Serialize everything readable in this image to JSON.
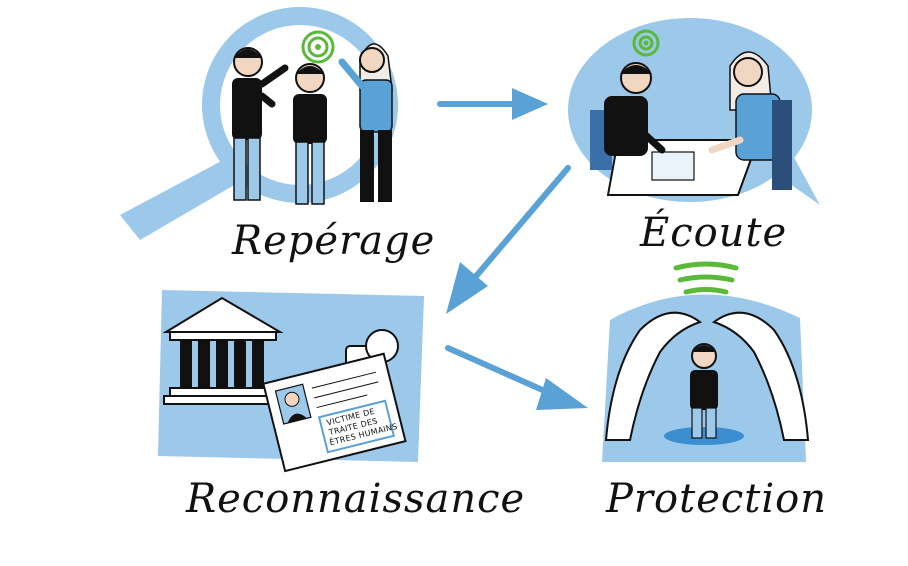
{
  "steps": [
    {
      "label": "Repérage"
    },
    {
      "label": "Écoute"
    },
    {
      "label": "Reconnaissance"
    },
    {
      "label": "Protection"
    }
  ],
  "document": {
    "line1": "VICTIME DE",
    "line2": "TRAITE DES",
    "line3": "ÊTRES HUMAINS"
  },
  "colors": {
    "accent_blue": "#9cc8ea",
    "arrow_blue": "#5aa1d6",
    "signal_green": "#5bb93a",
    "ink": "#111111"
  },
  "icons": [
    "magnifier-icon",
    "speech-bubble-icon",
    "courthouse-icon",
    "stamp-icon",
    "document-icon",
    "protecting-hands-icon",
    "arrow-icon"
  ]
}
